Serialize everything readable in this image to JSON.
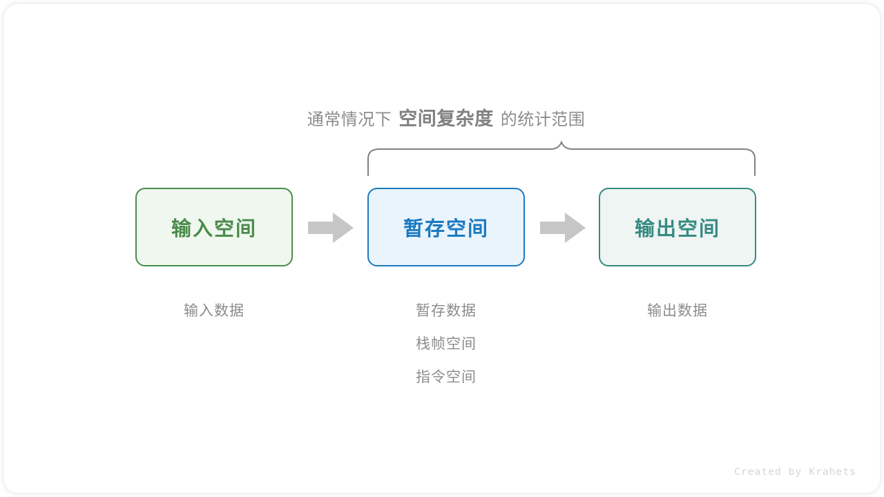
{
  "caption": {
    "prefix": "通常情况下",
    "emphasis": "空间复杂度",
    "suffix": "的统计范围"
  },
  "boxes": [
    {
      "label": "输入空间",
      "accent": "#4a8b4a",
      "fill": "#f0f7ef",
      "name": "input-space"
    },
    {
      "label": "暂存空间",
      "accent": "#1a7ac0",
      "fill": "#eaf4fc",
      "name": "temp-space"
    },
    {
      "label": "输出空间",
      "accent": "#368a82",
      "fill": "#eef5f3",
      "name": "output-space"
    }
  ],
  "arrows": [
    {
      "icon": "arrow-right-icon",
      "color": "#c6c6c6"
    },
    {
      "icon": "arrow-right-icon",
      "color": "#c6c6c6"
    }
  ],
  "columns": [
    {
      "items": [
        "输入数据"
      ]
    },
    {
      "items": [
        "暂存数据",
        "栈帧空间",
        "指令空间"
      ]
    },
    {
      "items": [
        "输出数据"
      ]
    }
  ],
  "brace": {
    "icon": "curly-brace-icon",
    "color": "#808080",
    "covers": [
      "暂存空间",
      "输出空间"
    ]
  },
  "footer": {
    "credit": "Created by Krahets"
  },
  "colors": {
    "text_muted": "#8c8c8c",
    "emphasis": "#808080",
    "arrow": "#c6c6c6",
    "footer": "#d5d5d5",
    "background": "#ffffff"
  }
}
